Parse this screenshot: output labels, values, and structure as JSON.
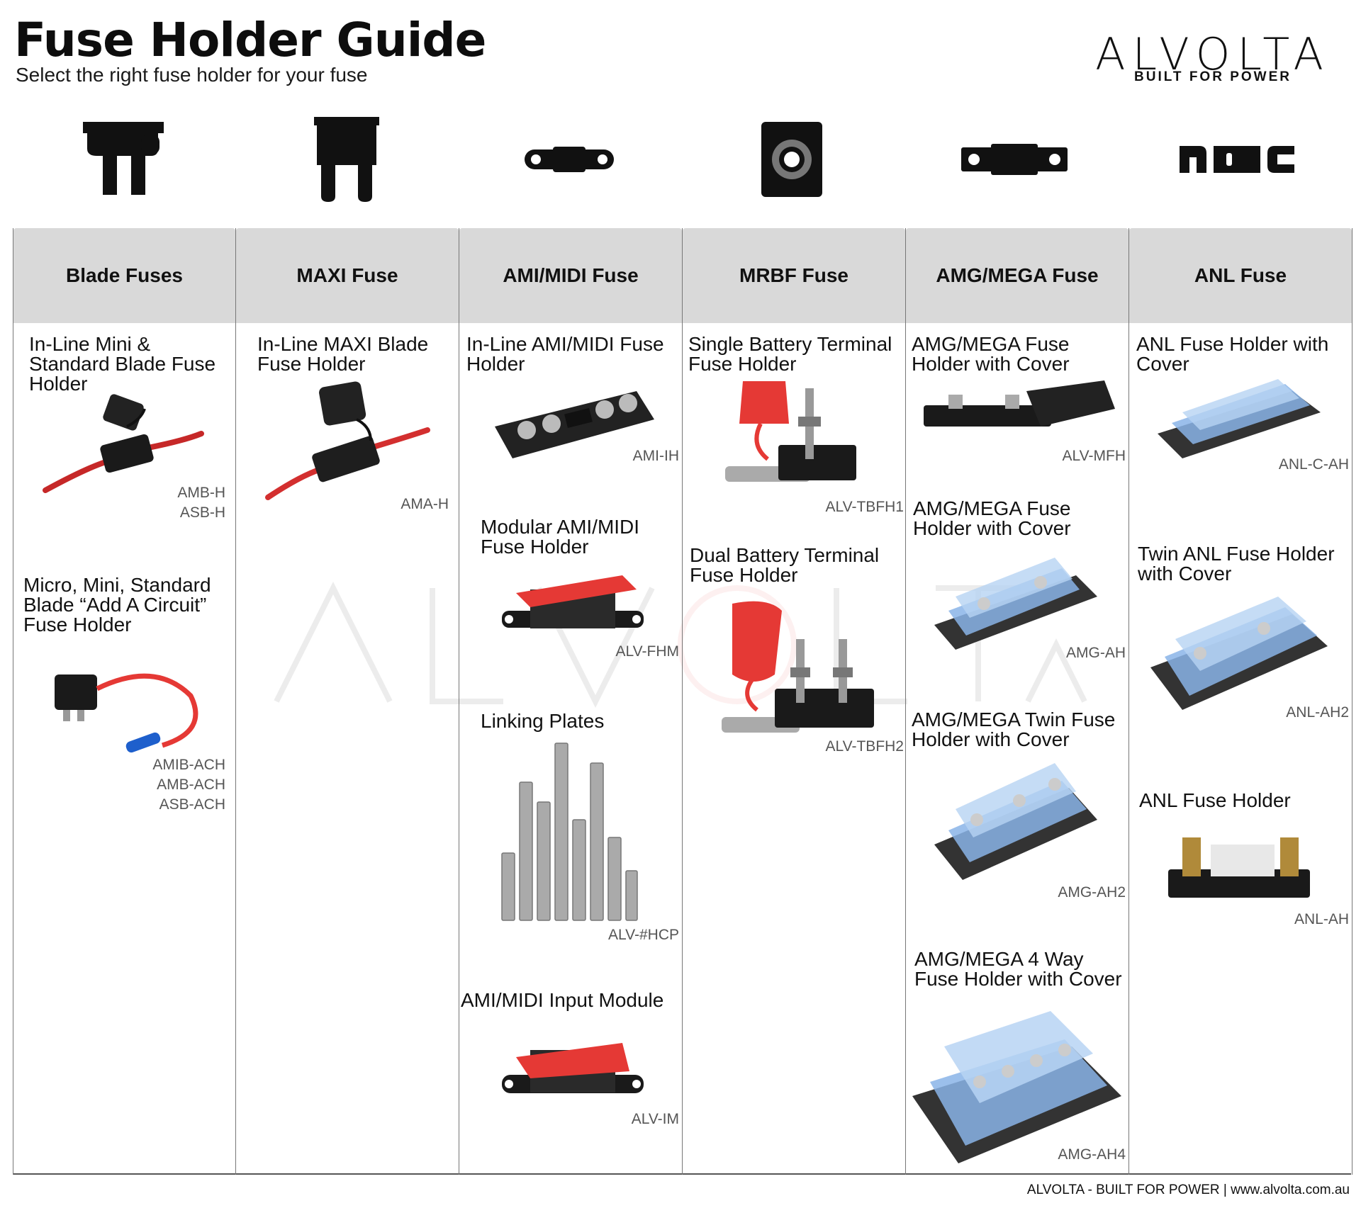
{
  "header": {
    "title": "Fuse Holder Guide",
    "subtitle": "Select the right fuse holder for your fuse",
    "logo_text": "ALVOLTA",
    "logo_tagline": "BUILT FOR POWER"
  },
  "fuse_icons": [
    {
      "icon": "blade-fuse-icon"
    },
    {
      "icon": "maxi-fuse-icon"
    },
    {
      "icon": "ami-midi-fuse-icon"
    },
    {
      "icon": "mrbf-fuse-icon"
    },
    {
      "icon": "amg-mega-fuse-icon"
    },
    {
      "icon": "anl-fuse-icon"
    }
  ],
  "columns": [
    {
      "header": "Blade Fuses",
      "items": [
        {
          "title": "In-Line Mini & Standard Blade Fuse Holder",
          "codes": [
            "AMB-H",
            "ASB-H"
          ]
        },
        {
          "title": "Micro, Mini, Standard Blade “Add A Circuit” Fuse Holder",
          "codes": [
            "AMIB-ACH",
            "AMB-ACH",
            "ASB-ACH"
          ]
        }
      ]
    },
    {
      "header": "MAXI Fuse",
      "items": [
        {
          "title": "In-Line MAXI Blade Fuse Holder",
          "codes": [
            "AMA-H"
          ]
        }
      ]
    },
    {
      "header": "AMI/MIDI Fuse",
      "items": [
        {
          "title": "In-Line AMI/MIDI Fuse Holder",
          "codes": [
            "AMI-IH"
          ]
        },
        {
          "title": "Modular AMI/MIDI Fuse Holder",
          "codes": [
            "ALV-FHM"
          ]
        },
        {
          "title": "Linking Plates",
          "codes": [
            "ALV-#HCP"
          ]
        },
        {
          "title": "AMI/MIDI Input Module",
          "codes": [
            "ALV-IM"
          ]
        }
      ]
    },
    {
      "header": "MRBF Fuse",
      "items": [
        {
          "title": "Single Battery Terminal Fuse Holder",
          "codes": [
            "ALV-TBFH1"
          ]
        },
        {
          "title": "Dual Battery Terminal Fuse Holder",
          "codes": [
            "ALV-TBFH2"
          ]
        }
      ]
    },
    {
      "header": "AMG/MEGA Fuse",
      "items": [
        {
          "title": "AMG/MEGA Fuse Holder with Cover",
          "codes": [
            "ALV-MFH"
          ]
        },
        {
          "title": "AMG/MEGA Fuse Holder with Cover",
          "codes": [
            "AMG-AH"
          ]
        },
        {
          "title": "AMG/MEGA Twin Fuse Holder with Cover",
          "codes": [
            "AMG-AH2"
          ]
        },
        {
          "title": "AMG/MEGA 4 Way Fuse Holder with Cover",
          "codes": [
            "AMG-AH4"
          ]
        }
      ]
    },
    {
      "header": "ANL Fuse",
      "items": [
        {
          "title": "ANL Fuse Holder with Cover",
          "codes": [
            "ANL-C-AH"
          ]
        },
        {
          "title": "Twin ANL Fuse Holder with Cover",
          "codes": [
            "ANL-AH2"
          ]
        },
        {
          "title": "ANL Fuse Holder",
          "codes": [
            "ANL-AH"
          ]
        }
      ]
    }
  ],
  "footer": {
    "text": "ALVOLTA - BUILT FOR POWER | www.alvolta.com.au"
  },
  "colors": {
    "header_bg": "#d9d9d9",
    "red": "#e53935",
    "blue": "#8ab4e8",
    "black": "#111111"
  }
}
